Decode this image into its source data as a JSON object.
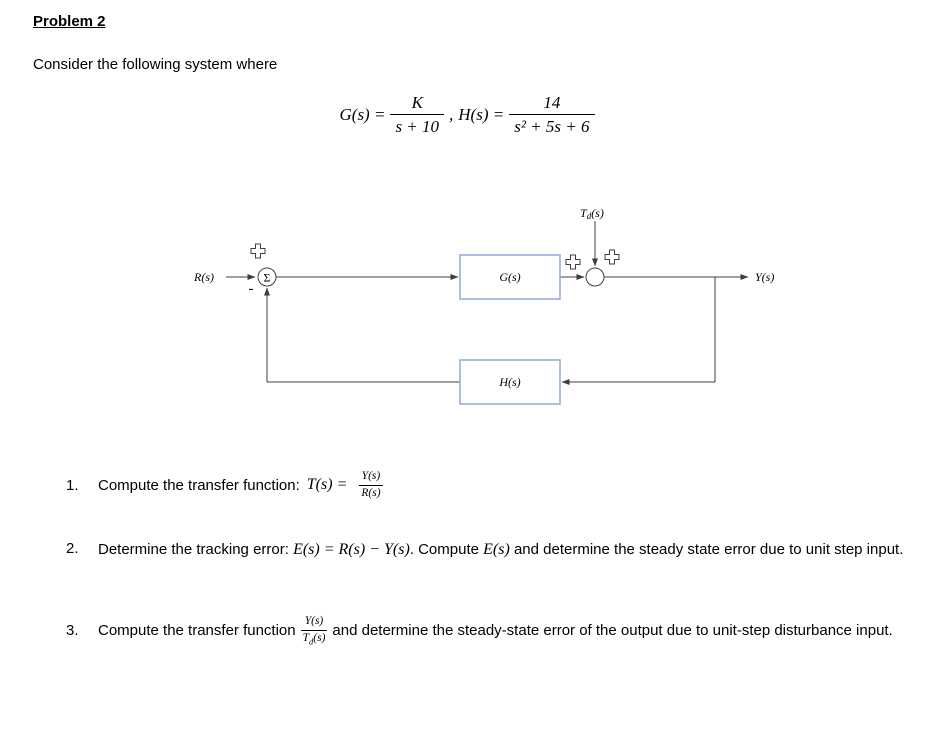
{
  "doc": {
    "title": "Problem 2",
    "intro": "Consider the following system where"
  },
  "formula": {
    "g_lhs": "G(s) =",
    "g_num": "K",
    "g_den": "s + 10",
    "sep": ",",
    "h_lhs": "H(s) =",
    "h_num": "14",
    "h_den": "s² + 5s + 6"
  },
  "diagram": {
    "input_label": "R(s)",
    "output_label": "Y(s)",
    "disturbance_t": "T",
    "disturbance_sub": "d",
    "disturbance_rest": "(s)",
    "g_block_label": "G(s)",
    "h_block_label": "H(s)",
    "sum_symbol": "Σ",
    "minus_sign": "-",
    "line_color": "#3f3f3f",
    "block_border_color": "#8faadc"
  },
  "items": {
    "one": {
      "num": "1.",
      "text": "Compute the transfer function:",
      "math": "T(s) =",
      "frac_num": "Y(s)",
      "frac_den": "R(s)"
    },
    "two": {
      "num": "2.",
      "text1": "Determine the tracking error: ",
      "math1": "E(s) = R(s) − Y(s)",
      "text2": ". Compute ",
      "math2": "E(s)",
      "text3": " and determine the steady state error due to unit step input."
    },
    "three": {
      "num": "3.",
      "text1": "Compute the transfer function",
      "frac_num": "Y(s)",
      "frac_den_t": "T",
      "frac_den_sub": "d",
      "frac_den_rest": "(s)",
      "text2": "and determine the steady-state error of the output due to unit-step disturbance input."
    }
  }
}
